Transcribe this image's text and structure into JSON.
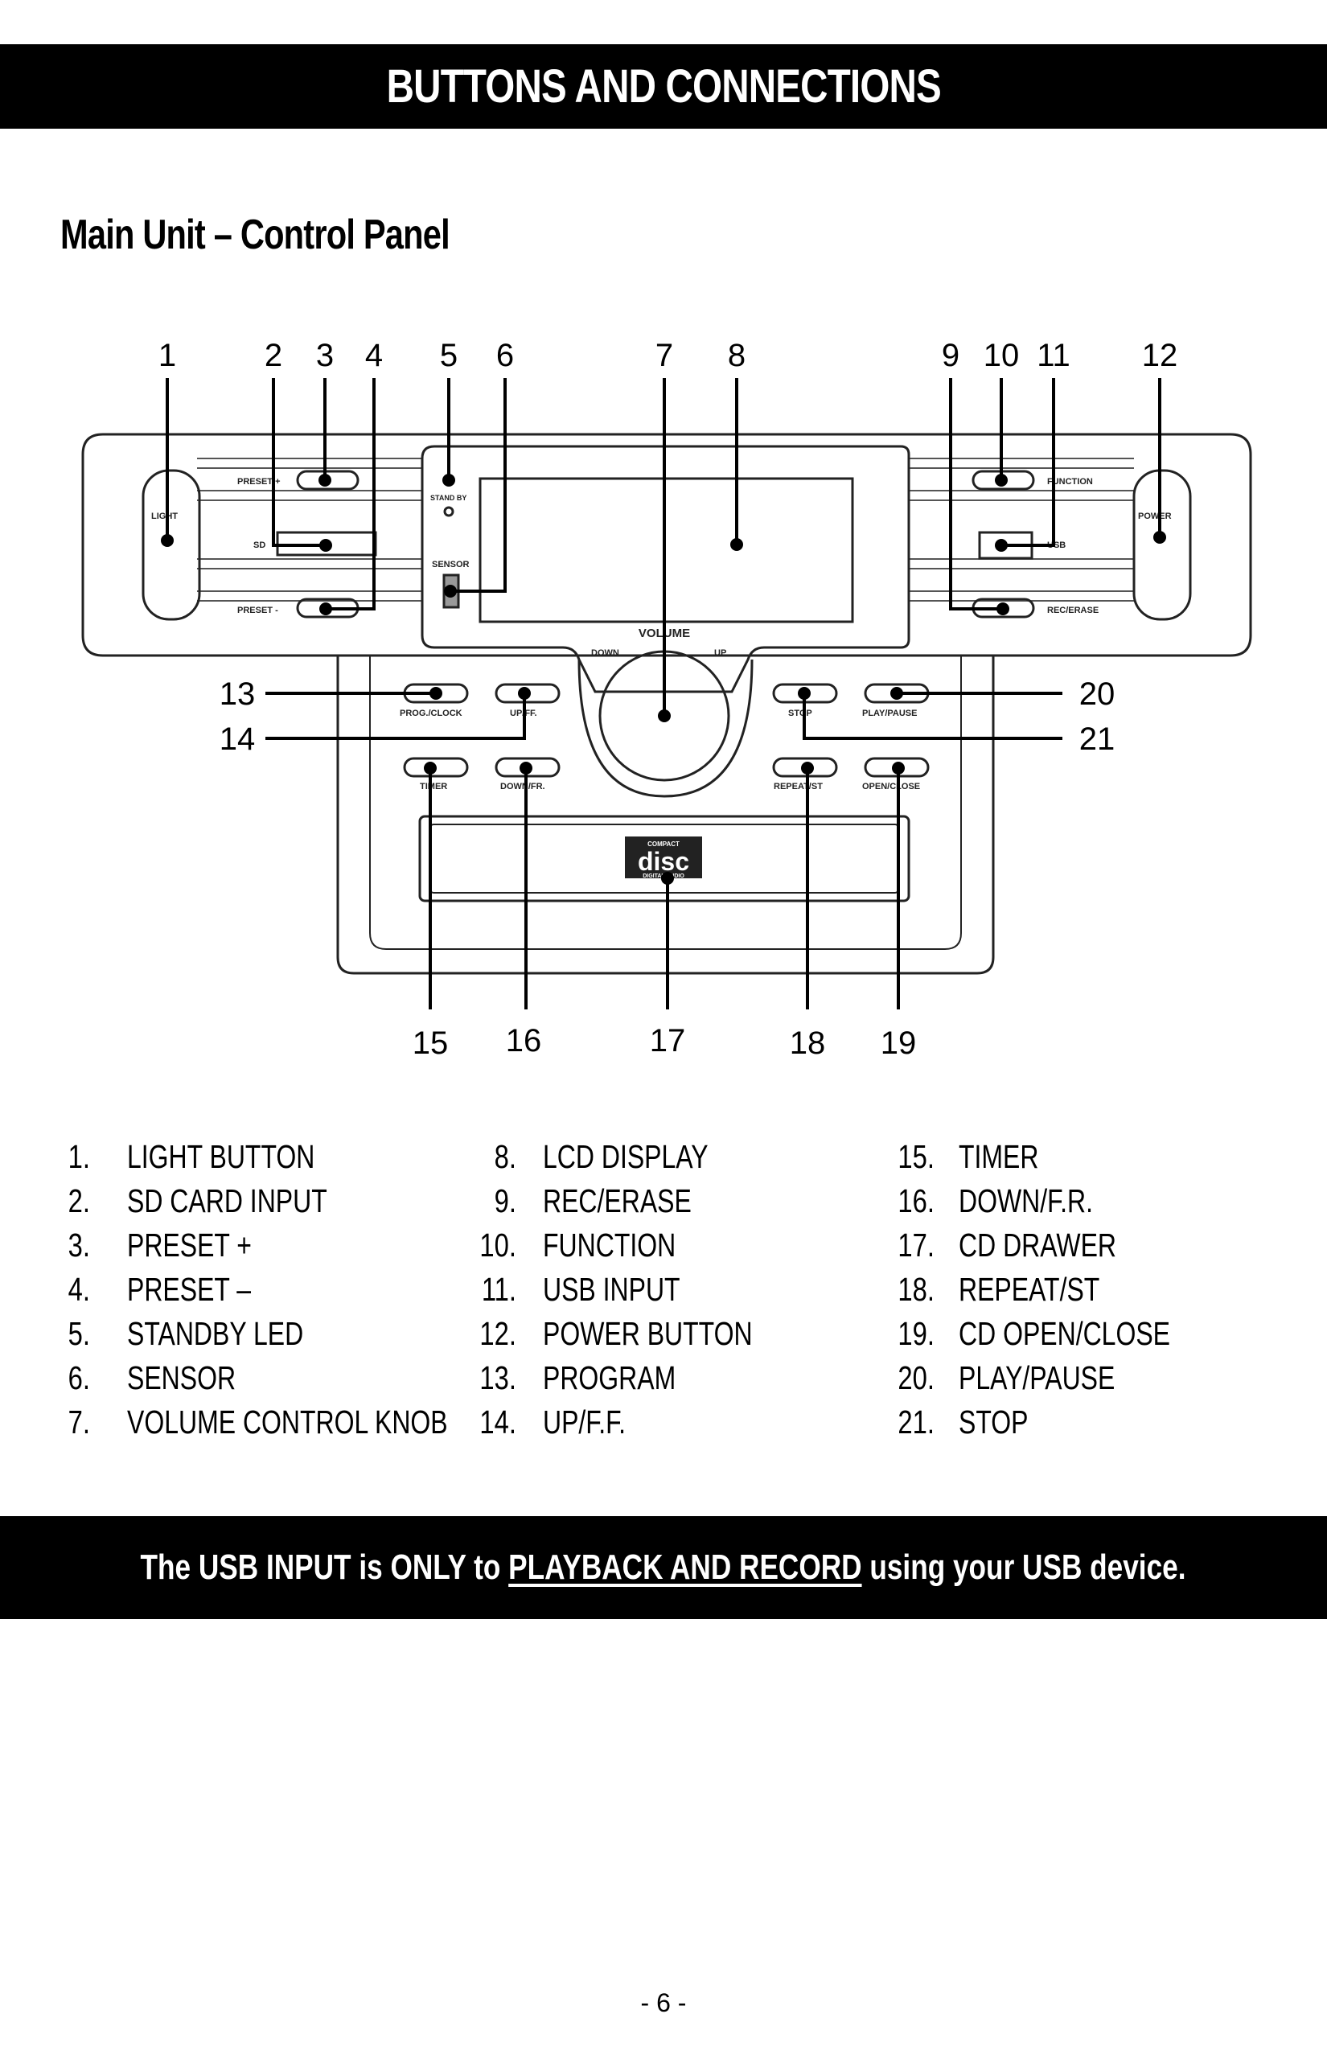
{
  "header": {
    "title": "BUTTONS AND CONNECTIONS"
  },
  "section": {
    "title": "Main Unit – Control Panel"
  },
  "diagram": {
    "panel_labels": {
      "preset_plus": "PRESET +",
      "sd": "SD",
      "preset_minus": "PRESET -",
      "light": "LIGHT",
      "standby": "STAND BY",
      "sensor": "SENSOR",
      "volume": "VOLUME",
      "down": "DOWN",
      "up": "UP",
      "function": "FUNCTION",
      "usb": "USB",
      "rec_erase": "REC/ERASE",
      "power": "POWER",
      "prog_clock": "PROG./CLOCK",
      "up_ff": "UP/FF.",
      "timer": "TIMER",
      "down_fr": "DOWN/FR.",
      "stop": "STOP",
      "play_pause": "PLAY/PAUSE",
      "repeat_st": "REPEAT/ST",
      "open_close": "OPEN/CLOSE",
      "disc_logo": "disc",
      "compact": "COMPACT",
      "digital_audio": "DIGITAL AUDIO"
    },
    "callouts": [
      "1",
      "2",
      "3",
      "4",
      "5",
      "6",
      "7",
      "8",
      "9",
      "10",
      "11",
      "12",
      "13",
      "14",
      "15",
      "16",
      "17",
      "18",
      "19",
      "20",
      "21"
    ]
  },
  "legend": {
    "col1": [
      {
        "num": "1.",
        "label": "LIGHT BUTTON"
      },
      {
        "num": "2.",
        "label": "SD CARD INPUT"
      },
      {
        "num": "3.",
        "label": "PRESET +"
      },
      {
        "num": "4.",
        "label": "PRESET –"
      },
      {
        "num": "5.",
        "label": "STANDBY LED"
      },
      {
        "num": "6.",
        "label": "SENSOR"
      },
      {
        "num": "7.",
        "label": "VOLUME CONTROL KNOB"
      }
    ],
    "col2": [
      {
        "num": "8.",
        "label": "LCD DISPLAY"
      },
      {
        "num": "9.",
        "label": "REC/ERASE"
      },
      {
        "num": "10.",
        "label": "FUNCTION"
      },
      {
        "num": "11.",
        "label": "USB INPUT"
      },
      {
        "num": "12.",
        "label": "POWER BUTTON"
      },
      {
        "num": "13.",
        "label": "PROGRAM"
      },
      {
        "num": "14.",
        "label": "UP/F.F."
      }
    ],
    "col3": [
      {
        "num": "15.",
        "label": "TIMER"
      },
      {
        "num": "16.",
        "label": "DOWN/F.R."
      },
      {
        "num": "17.",
        "label": "CD DRAWER"
      },
      {
        "num": "18.",
        "label": "REPEAT/ST"
      },
      {
        "num": "19.",
        "label": "CD OPEN/CLOSE"
      },
      {
        "num": "20.",
        "label": "PLAY/PAUSE"
      },
      {
        "num": "21.",
        "label": "STOP"
      }
    ]
  },
  "notice": {
    "prefix": "The USB INPUT is ONLY to ",
    "emphasis": "PLAYBACK AND RECORD",
    "suffix": " using your USB device."
  },
  "page_number": "- 6 -"
}
